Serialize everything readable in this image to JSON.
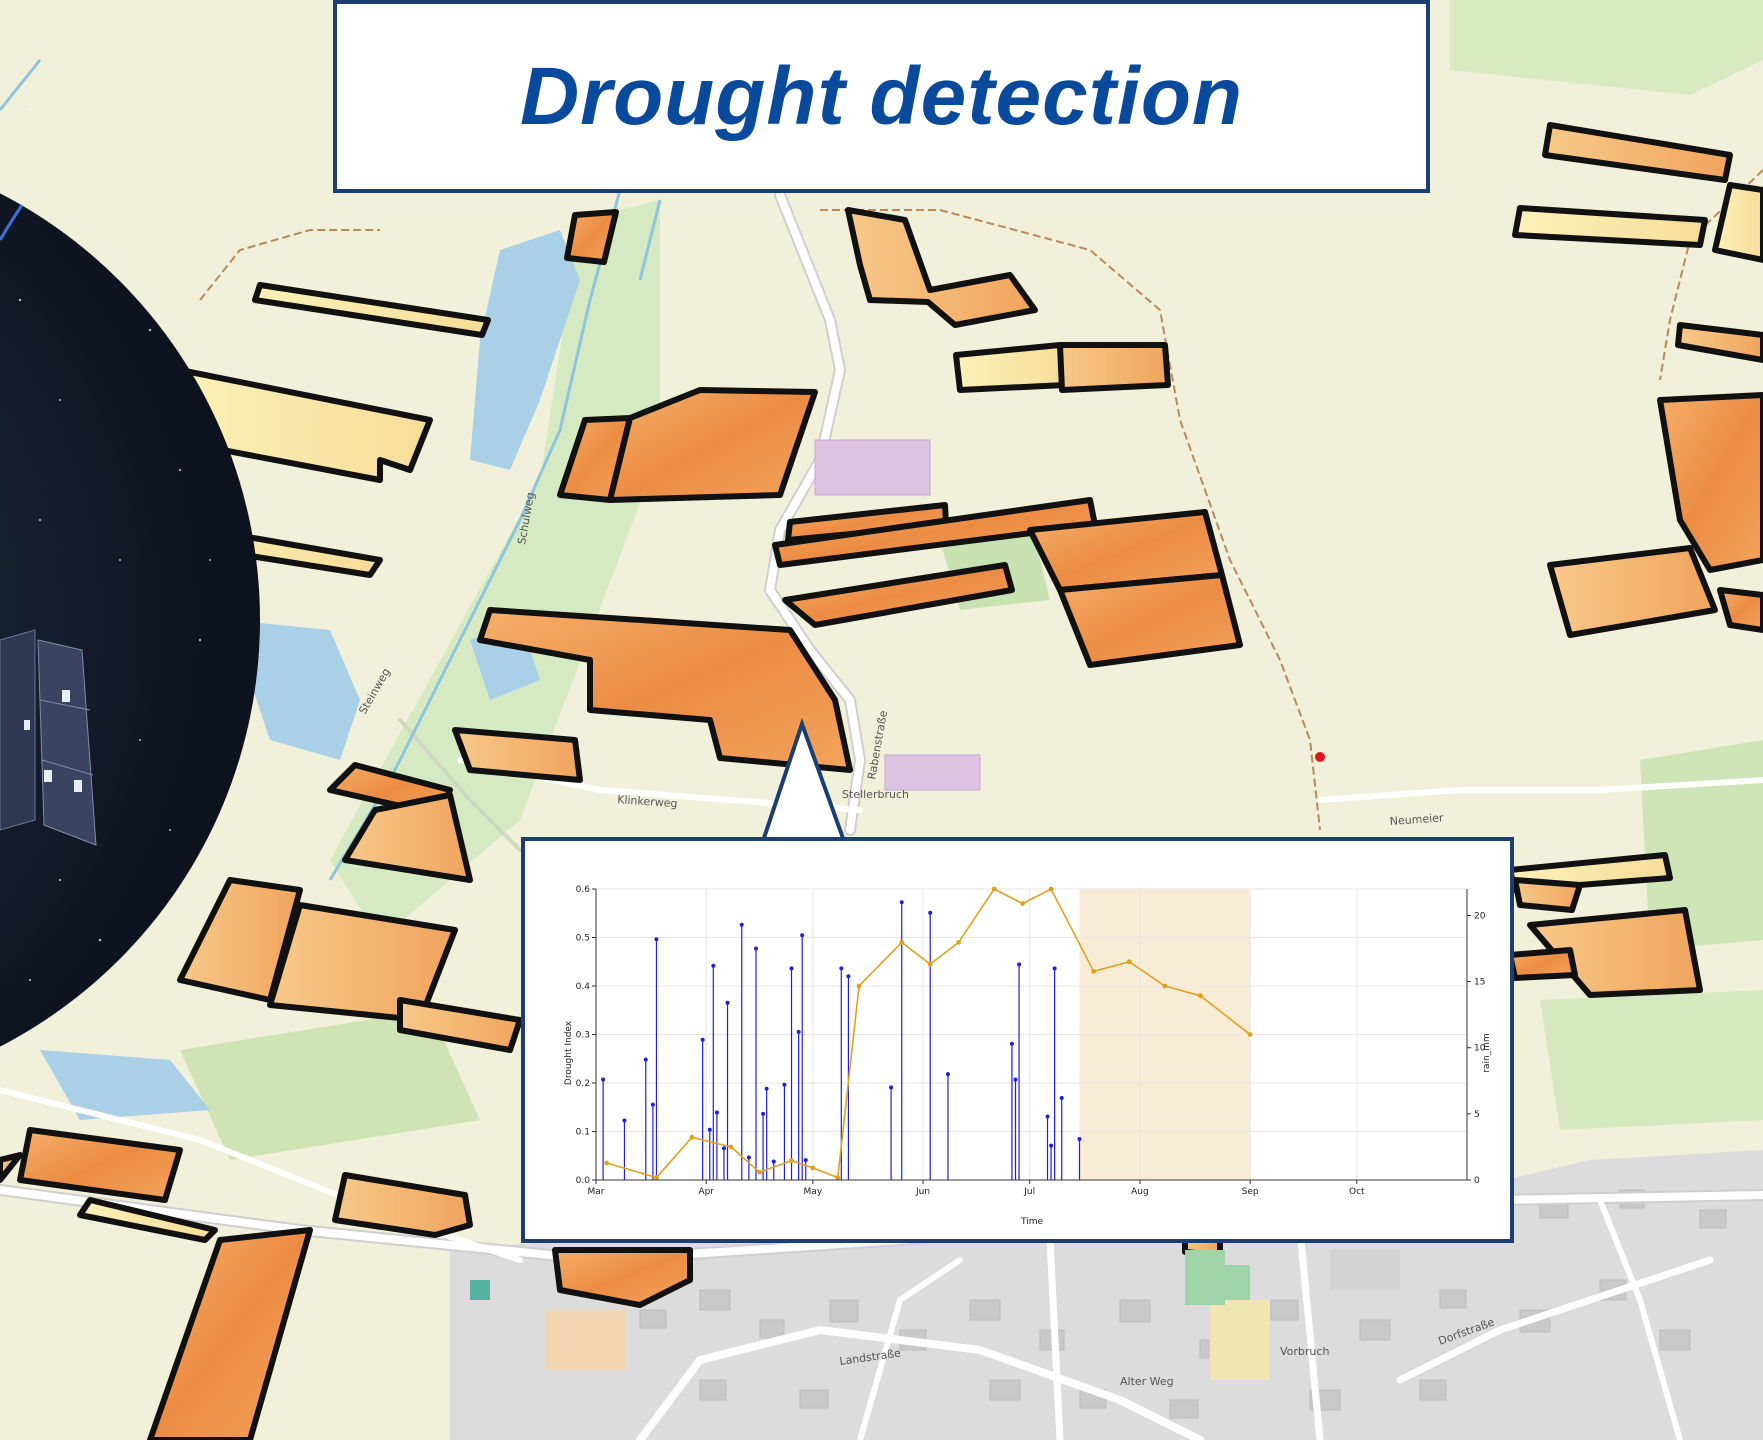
{
  "title": "Drought detection",
  "colors": {
    "title_text": "#0a4a9c",
    "frame_border": "#1c3f73",
    "field_fill_high": "#ea8f48",
    "field_fill_low": "#f8ebaa",
    "field_outline": "#111111",
    "rain_series": "#1f1fe0",
    "drought_series": "#e2a11c",
    "forecast_band": "#f6e6c8"
  },
  "map": {
    "place_labels": [
      "Stellerbruch",
      "Vorbruch"
    ],
    "street_labels": [
      "Klinkerweg",
      "Landstraße",
      "Neumeier",
      "Alter Weg",
      "Dorfstraße",
      "Schulweg",
      "Steinweg",
      "Rabenstraße"
    ],
    "marker": "red-point-marker"
  },
  "chart_data": {
    "type": "line",
    "xlabel": "Time",
    "ylabel": "Drought Index",
    "ylabel_right": "rain_mm",
    "x_ticks": [
      "Mar",
      "Apr",
      "May",
      "Jun",
      "Jul",
      "Aug",
      "Sep",
      "Oct"
    ],
    "ylim": [
      0,
      0.6
    ],
    "y_ticks": [
      "0.0",
      "0.1",
      "0.2",
      "0.3",
      "0.4",
      "0.5",
      "0.6"
    ],
    "ylim_right": [
      0,
      22
    ],
    "y_ticks_right": [
      "0",
      "5",
      "10",
      "15",
      "20"
    ],
    "grid": true,
    "forecast_band": {
      "x_from": "2023-07-15",
      "x_to": "2023-09-01"
    },
    "series": [
      {
        "kind": "line",
        "axis": "left",
        "x": [
          "2023-03-04",
          "2023-03-18",
          "2023-03-28",
          "2023-04-08",
          "2023-04-16",
          "2023-04-25",
          "2023-05-01",
          "2023-05-08",
          "2023-05-14",
          "2023-05-26",
          "2023-06-03",
          "2023-06-11",
          "2023-06-21",
          "2023-06-29",
          "2023-07-07",
          "2023-07-19",
          "2023-07-29",
          "2023-08-08",
          "2023-08-18",
          "2023-09-01"
        ],
        "values": [
          0.035,
          0.005,
          0.088,
          0.068,
          0.016,
          0.04,
          0.025,
          0.005,
          0.4,
          0.49,
          0.445,
          0.49,
          0.6,
          0.57,
          0.6,
          0.43,
          0.45,
          0.4,
          0.38,
          0.3
        ]
      },
      {
        "kind": "stem",
        "axis": "right",
        "x": [
          "2023-03-03",
          "2023-03-09",
          "2023-03-15",
          "2023-03-17",
          "2023-03-18",
          "2023-03-31",
          "2023-04-02",
          "2023-04-03",
          "2023-04-04",
          "2023-04-06",
          "2023-04-07",
          "2023-04-11",
          "2023-04-13",
          "2023-04-15",
          "2023-04-17",
          "2023-04-18",
          "2023-04-20",
          "2023-04-23",
          "2023-04-25",
          "2023-04-27",
          "2023-04-28",
          "2023-04-29",
          "2023-05-09",
          "2023-05-11",
          "2023-05-23",
          "2023-05-26",
          "2023-06-03",
          "2023-06-08",
          "2023-06-26",
          "2023-06-27",
          "2023-06-28",
          "2023-07-06",
          "2023-07-07",
          "2023-07-08",
          "2023-07-10",
          "2023-07-15"
        ],
        "values": [
          7.6,
          4.5,
          9.1,
          5.7,
          18.2,
          10.6,
          3.8,
          16.2,
          5.1,
          2.4,
          13.4,
          19.3,
          1.7,
          17.5,
          5.0,
          6.9,
          1.4,
          7.2,
          16.0,
          11.2,
          18.5,
          1.5,
          16.0,
          15.4,
          7.0,
          21.0,
          20.2,
          8.0,
          10.3,
          7.6,
          16.3,
          4.8,
          2.6,
          16.0,
          6.2,
          3.1
        ]
      }
    ]
  }
}
